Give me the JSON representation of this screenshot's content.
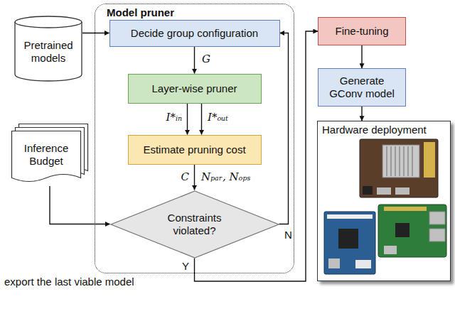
{
  "diagram": {
    "nodes": [
      {
        "text": [
          "Pretrained models"
        ]
      },
      {
        "text": [
          "Model pruner"
        ]
      },
      {
        "text": [
          "Decide group configuration"
        ],
        "in": 1
      },
      {
        "text": [
          "Layer-wise pruner"
        ],
        "in": 1
      },
      {
        "text": [
          "Estimate pruning cost"
        ],
        "in": 1
      },
      {
        "text": [
          "Inference Budget"
        ]
      },
      {
        "text": [
          "Constraints violated?"
        ],
        "in": 1
      },
      {
        "text": [
          "Fine-tuning"
        ]
      },
      {
        "text": [
          "Generate GConv model"
        ]
      },
      {
        "text": [
          "Hardware deployment"
        ]
      }
    ],
    "edges": [
      {
        "from": 0,
        "to": 2,
        "arrow": "to"
      },
      {
        "from": 2,
        "to": 3,
        "label": "G",
        "arrow": "to"
      },
      {
        "from": 3,
        "to": 4,
        "label": "I*ᵢₙ",
        "arrow": "to"
      },
      {
        "from": 3,
        "to": 4,
        "label": "I*ₒᵤₜ",
        "arrow": "to"
      },
      {
        "from": 4,
        "to": 6,
        "label": "C",
        "arrow": "to"
      },
      {
        "from": 5,
        "to": 6,
        "arrow": "to"
      },
      {
        "from": 6,
        "to": 2,
        "label": "N",
        "arrow": "to"
      },
      {
        "from": 6,
        "to": 7,
        "label": "Y",
        "arrow": "to"
      },
      {
        "from": 7,
        "to": 8,
        "arrow": "to"
      },
      {
        "from": 8,
        "to": 9,
        "arrow": "to"
      }
    ],
    "labels": [
      "Nₚₐᵣ, Nₒₚₛ",
      "export the last viable model"
    ]
  }
}
